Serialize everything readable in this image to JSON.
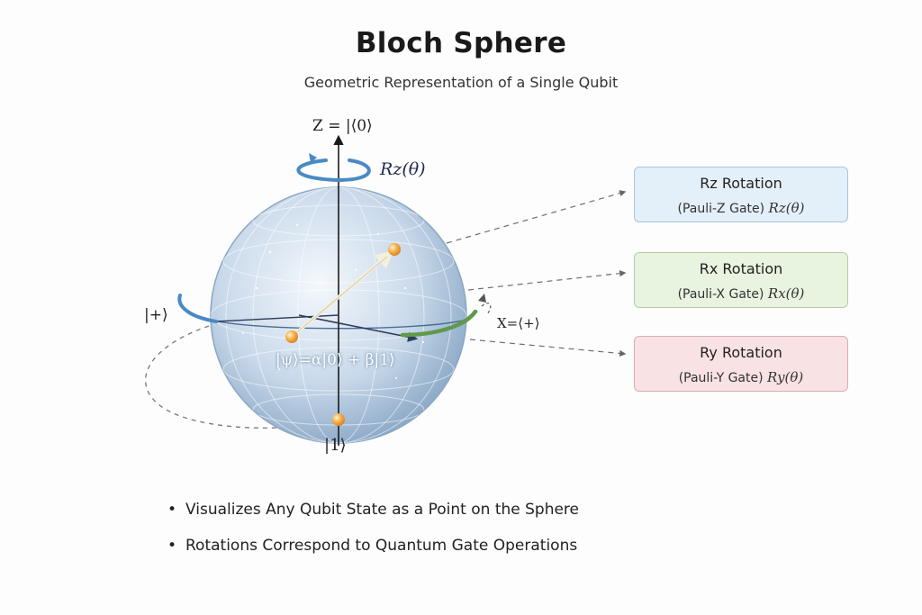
{
  "title": "Bloch Sphere",
  "subtitle": "Geometric Representation of a Single Qubit",
  "axes": {
    "z_top": "Z = |⟨0⟩",
    "bottom": "|1⟩",
    "left": "|+⟩",
    "x_right": "X=⟨+⟩"
  },
  "rz_label": "Rz(θ)",
  "state_equation": "|ψ⟩=α|0⟩ + β|1⟩",
  "cards": [
    {
      "title": "Rz Rotation",
      "subtitle": "(Pauli-Z Gate)",
      "formula": "Rz(θ)",
      "color": "#e3eff9"
    },
    {
      "title": "Rx Rotation",
      "subtitle": "(Pauli-X Gate)",
      "formula": "Rx(θ)",
      "color": "#e8f3e0"
    },
    {
      "title": "Ry Rotation",
      "subtitle": "(Pauli-Y Gate)",
      "formula": "Ry(θ)",
      "color": "#f9e2e3"
    }
  ],
  "bullets": [
    "Visualizes Any Qubit State as a Point on the Sphere",
    "Rotations Correspond to Quantum Gate Operations"
  ],
  "colors": {
    "sphere_center": "#f2f7fc",
    "sphere_edge": "#7f9fc0",
    "rz_arc": "#4a8ac4",
    "rx_arc": "#5f9a4a",
    "state_point": "#f0a23c",
    "state_vector": "#f5f0dc"
  },
  "icons": [
    "rz-rotation-arrow-icon",
    "x-rotation-arrow-icon",
    "left-rotation-arrow-icon"
  ]
}
